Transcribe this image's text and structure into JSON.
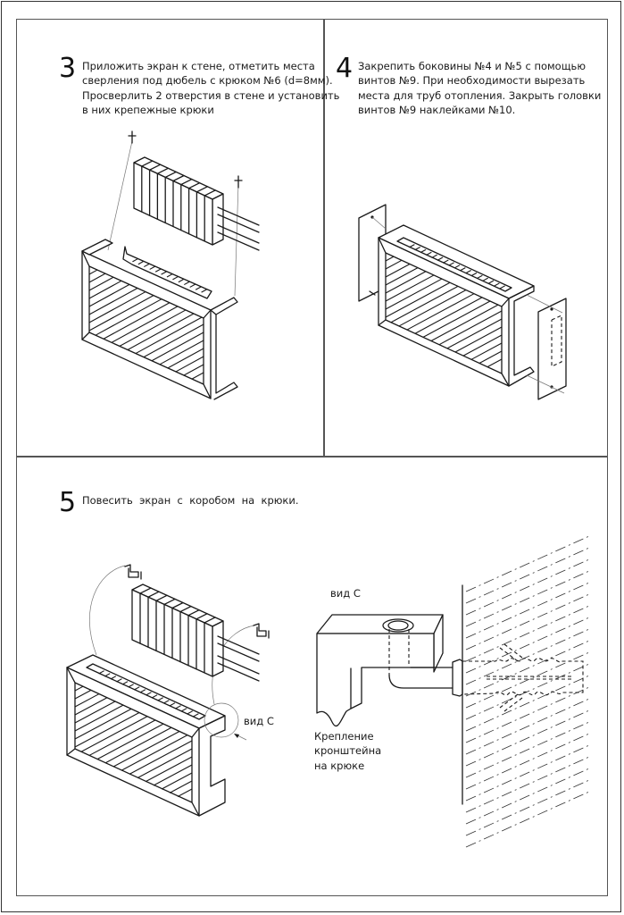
{
  "document": {
    "steps": [
      {
        "number": "3",
        "lines": [
          "Приложить экран к стене, отметить места",
          "сверления под дюбель с крюком №6 (d=8мм).",
          "Просверлить 2 отверстия в стене и установить",
          "в них крепежные крюки"
        ],
        "illustration": "screen-against-wall-marking-drill-holes"
      },
      {
        "number": "4",
        "lines": [
          "Закрепить боковины №4 и №5 с помощью",
          "винтов №9. При необходимости вырезать",
          "места для труб отопления. Закрыть головки",
          "винтов №9 наклейками №10."
        ],
        "illustration": "attach-side-panels-with-screws"
      },
      {
        "number": "5",
        "lines": [
          "Повесить  экран  с  коробом  на  крюки."
        ],
        "illustration": "hang-screen-on-hooks",
        "detail": {
          "view_label": "вид С",
          "callout_label": "вид С",
          "caption_lines": [
            "Крепление",
            "кронштейна",
            "на крюке"
          ]
        }
      }
    ]
  }
}
